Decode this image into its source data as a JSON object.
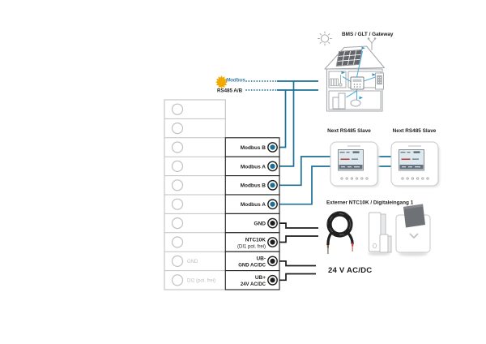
{
  "labels": {
    "modbus": "Modbus",
    "rs485": "RS485 A/B",
    "bms": "BMS / GLT / Gateway",
    "slave1": "Next RS485 Slave",
    "slave2": "Next RS485 Slave",
    "external": "Externer NTC10K / Digitaleingang 1",
    "power": "24 V AC/DC"
  },
  "terminal": {
    "left_rows": [
      "",
      "",
      "",
      "",
      "",
      "",
      "",
      "",
      "GND",
      "DI2 (pot. frei)"
    ],
    "right_rows": [
      {
        "label": "Modbus B",
        "sub": ""
      },
      {
        "label": "Modbus A",
        "sub": ""
      },
      {
        "label": "Modbus B",
        "sub": ""
      },
      {
        "label": "Modbus A",
        "sub": ""
      },
      {
        "label": "GND",
        "sub": ""
      },
      {
        "label": "NTC10K",
        "sub": "(DI1 pot. frei)"
      },
      {
        "label": "UB-",
        "sub": "GND AC/DC"
      },
      {
        "label": "UB+",
        "sub": "24V AC/DC"
      }
    ]
  },
  "colors": {
    "wire_teal": "#1c6f94",
    "wire_black": "#1d1d1b",
    "modbus_yellow": "#f2a900",
    "light_blue": "#5aaede"
  }
}
